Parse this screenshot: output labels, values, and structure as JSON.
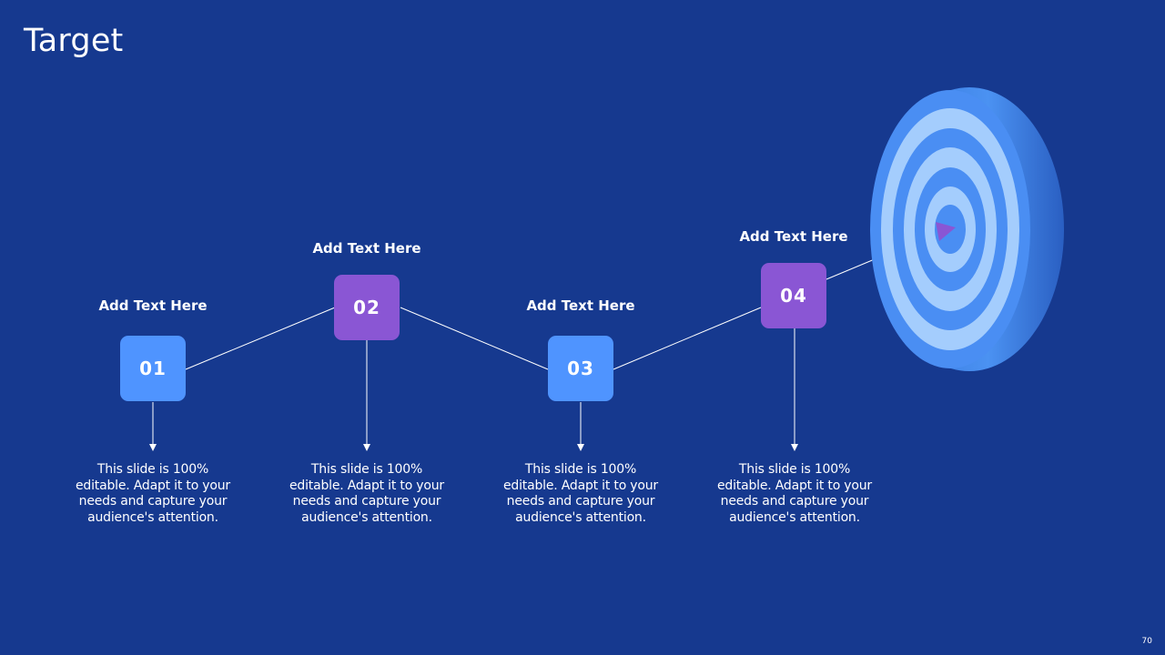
{
  "title": "Target",
  "page_number": "70",
  "steps": [
    {
      "number": "01",
      "heading": "Add Text Here",
      "description": "This slide is 100% editable. Adapt it to your needs and capture your audience's attention."
    },
    {
      "number": "02",
      "heading": "Add Text Here",
      "description": "This slide is 100% editable. Adapt it to your needs and capture your audience's attention."
    },
    {
      "number": "03",
      "heading": "Add Text Here",
      "description": "This slide is 100% editable. Adapt it to your needs and capture your audience's attention."
    },
    {
      "number": "04",
      "heading": "Add Text Here",
      "description": "This slide is 100% editable. Adapt it to your needs and capture your audience's attention."
    }
  ],
  "colors": {
    "background": "#16398f",
    "box_blue": "#4f94ff",
    "box_purple": "#8a56d4",
    "target_ring_dark": "#4a8ef3",
    "target_ring_light": "#a4cdfd",
    "arrow": "#8a56d4"
  },
  "icons": {
    "target": "dartboard-target-icon",
    "arrow": "arrow-head-icon"
  }
}
